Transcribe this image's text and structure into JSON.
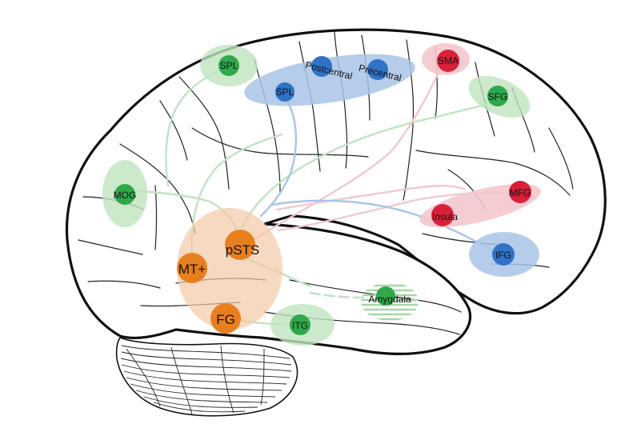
{
  "colors": {
    "visual": "#e87f1e",
    "visual_halo": "#f4c9a6",
    "social": "#2fa84b",
    "social_halo": "#bfe4bf",
    "motor": "#d8203a",
    "motor_halo": "#f3c7cd",
    "somato": "#2f73c7",
    "somato_halo": "#a8c4e8"
  },
  "regions": {
    "spl_top": "SPL",
    "spl_blue": "SPL",
    "postcentral": "Postcentral",
    "precentral": "Precentral",
    "sma": "SMA",
    "sfg": "SFG",
    "mog": "MOG",
    "mfg": "MFG",
    "insula": "Insula",
    "ifg": "IFG",
    "psts": "pSTS",
    "mt": "MT+",
    "fg": "FG",
    "itg": "ITG",
    "amygdala": "Amygdala"
  }
}
